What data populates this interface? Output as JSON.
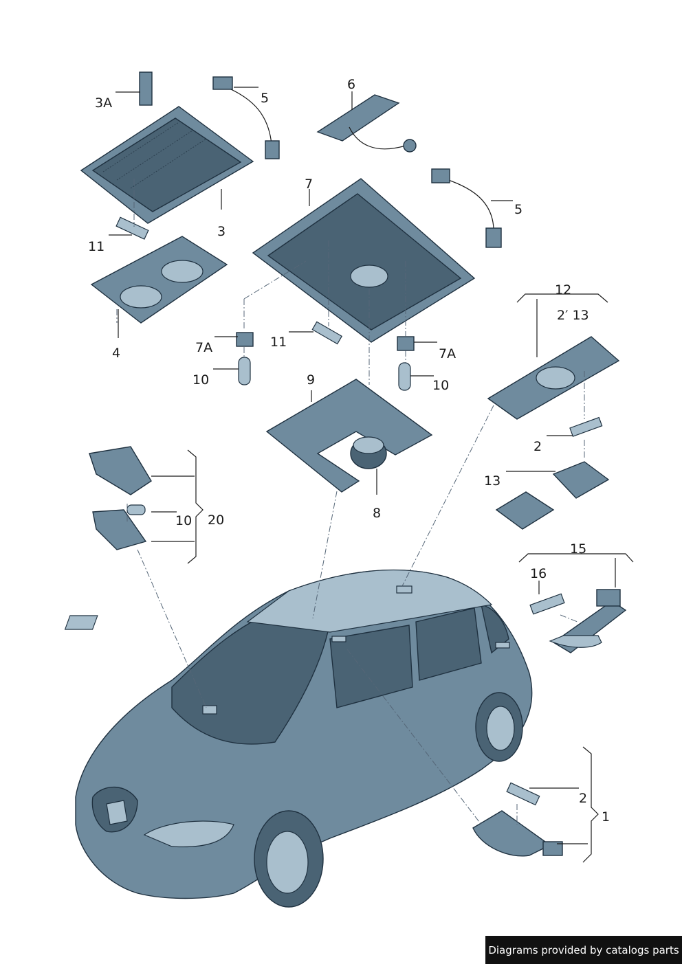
{
  "labels": {
    "l3a": "3A",
    "l5a": "5",
    "l6": "6",
    "l3": "3",
    "l7": "7",
    "l5b": "5",
    "l11a": "11",
    "l4": "4",
    "l7a_left": "7A",
    "l11b": "11",
    "l7a_right": "7A",
    "l10a": "10",
    "l10b": "10",
    "l12": "12",
    "l2x13": "2′ 13",
    "l9": "9",
    "l2a": "2",
    "l13": "13",
    "l10c": "10",
    "l20": "20",
    "l8": "8",
    "l15": "15",
    "l16": "16",
    "l2b": "2",
    "l1": "1"
  },
  "footer": {
    "text": "Diagrams provided by catalogs parts"
  }
}
